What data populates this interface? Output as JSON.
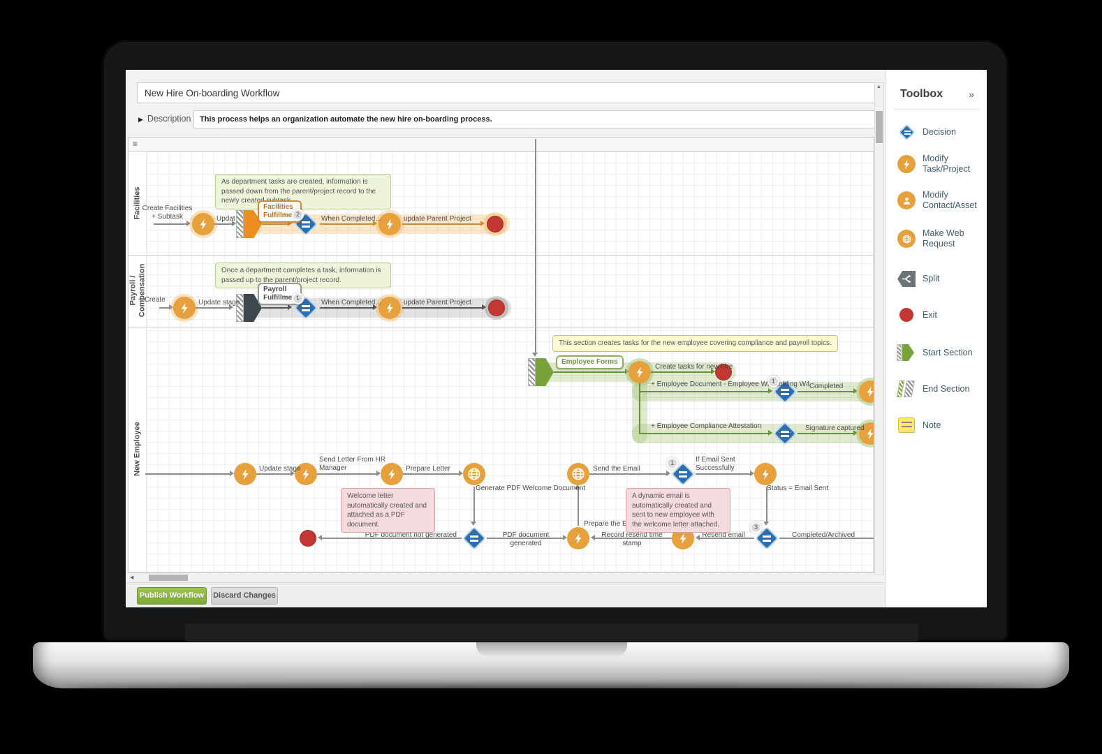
{
  "app": {
    "title": "New Hire On-boarding Workflow",
    "description_label": "Description",
    "description": "This process helps an organization automate the new hire on-boarding process.",
    "publish_button": "Publish Workflow",
    "discard_button": "Discard Changes"
  },
  "icons": {
    "lane_menu": "≡",
    "description_arrow": "▶",
    "toolbox_collapse": "»",
    "scroll_up": "▲",
    "scroll_left": "◀"
  },
  "lanes": {
    "facilities": "Facilities",
    "payroll_l1": "Payroll /",
    "payroll_l2": "Compensation",
    "new_employee": "New Employee"
  },
  "toolbox": {
    "header": "Toolbox",
    "items": [
      {
        "label": "Decision"
      },
      {
        "label": "Modify Task/Project"
      },
      {
        "label": "Modify Contact/Asset"
      },
      {
        "label": "Make Web Request"
      },
      {
        "label": "Split"
      },
      {
        "label": "Exit"
      },
      {
        "label": "Start Section"
      },
      {
        "label": "End Section"
      },
      {
        "label": "Note"
      }
    ]
  },
  "diagram": {
    "facilities": {
      "note": "As department tasks are created, information is passed down from the parent/project record to the newly created subtask.",
      "entry_l1": "Create Facilities",
      "entry_l2": "+ Subtask",
      "after_trigger": "Updat",
      "section_l1": "Facilities",
      "section_l2": "Fulfillmen",
      "badge": "2",
      "when_completed": "When Completed...",
      "update_parent": "update Parent Project"
    },
    "payroll": {
      "note": "Once a department completes a task, information is passed up to the parent/project record.",
      "entry": "+ Create",
      "update_stage": "Update stage",
      "section_l1": "Payroll",
      "section_l2": "Fulfillmen",
      "badge": "1",
      "when_completed": "When Completed...",
      "update_parent": "update Parent Project"
    },
    "new_employee": {
      "note_top": "This section creates tasks for the new employee covering compliance and payroll topics.",
      "section_label": "Employee Forms",
      "create_tasks": "Create tasks for new hire",
      "doc_w4": "+ Employee Document - Employee Withholding W4",
      "badge_w4": "1",
      "completed": "Completed",
      "attestation": "+ Employee Compliance Attestation",
      "signature": "Signature captured",
      "update_stage": "Update stage",
      "send_letter_l1": "Send Letter From HR",
      "send_letter_l2": "Manager",
      "prepare_letter": "Prepare Letter",
      "generate_pdf": "Generate PDF Welcome Document",
      "note_welcome": "Welcome letter automatically created and attached as a PDF document.",
      "send_email": "Send the Email",
      "badge_email": "1",
      "if_email_l1": "If Email Sent",
      "if_email_l2": "Successfully",
      "status_email": "Status = Email Sent",
      "note_dynamic": "A dynamic email is automatically created and sent to new employee with the welcome letter attached.",
      "prepare_email": "Prepare the Email",
      "pdf_not_generated": "PDF document not generated",
      "pdf_generated": "PDF document generated",
      "record_resend": "Record resend time stamp",
      "resend_email": "Resend email",
      "badge_resend": "3",
      "completed_archived": "Completed/Archived"
    }
  },
  "colors": {
    "action_orange": "#e6a13c",
    "decision_blue": "#2d6fae",
    "exit_red": "#c23732",
    "section_green": "#79a23c",
    "publish_green": "#8bb43e"
  }
}
